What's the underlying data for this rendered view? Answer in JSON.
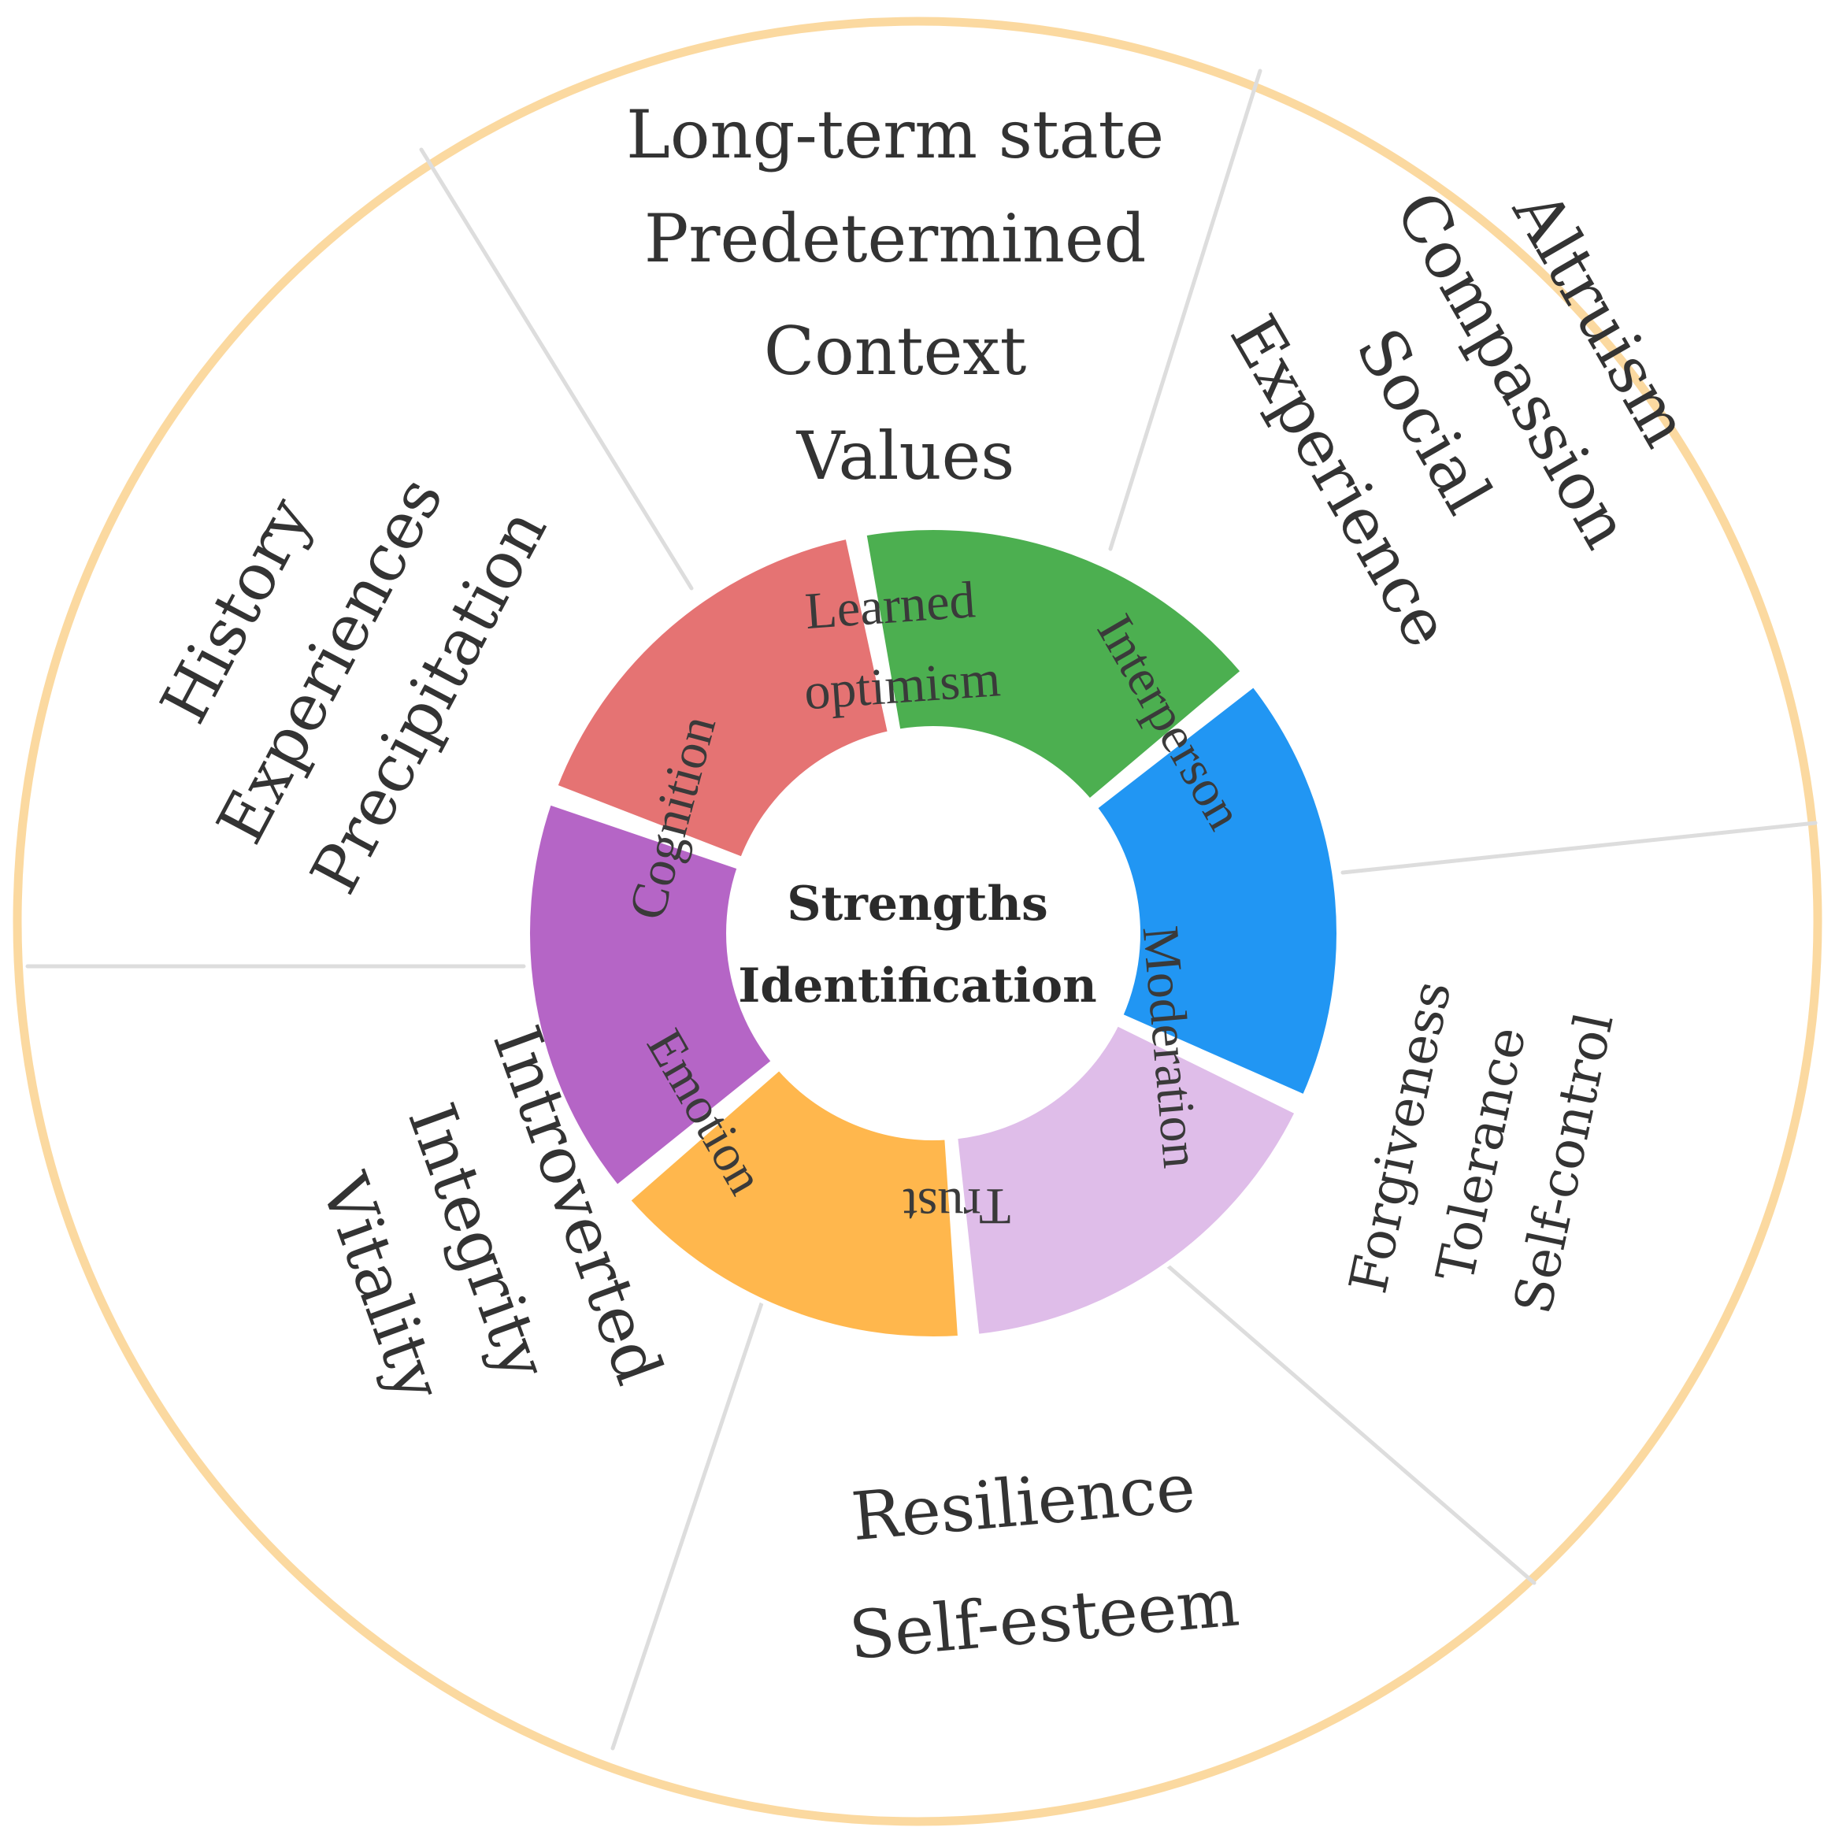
{
  "center": {
    "line1": "Strengths",
    "line2": "Identification"
  },
  "ring_color": "#fbd9a0",
  "divider_color": "#dddddd",
  "segments": [
    {
      "key": "learned",
      "label_line1": "Learned",
      "label_line2": "optimism",
      "color": "#4caf50"
    },
    {
      "key": "interpersonal",
      "label": "Interperson",
      "color": "#2196f3"
    },
    {
      "key": "moderation",
      "label": "Moderation",
      "color": "#dfbde9"
    },
    {
      "key": "trust",
      "label": "Trust",
      "color": "#ffb74d"
    },
    {
      "key": "emotion",
      "label": "Emotion",
      "color": "#b565c6"
    },
    {
      "key": "cognition",
      "label": "Cognition",
      "color": "#e57373"
    }
  ],
  "outer": {
    "top": [
      "Long-term state",
      "Predetermined",
      "Context",
      "Values"
    ],
    "right_top": [
      "Altruism",
      "Compassion",
      "Social",
      "Experience"
    ],
    "right_bottom": [
      "Forgiveness",
      "Tolerance",
      "Self-control"
    ],
    "bottom": [
      "Resilience",
      "Self-esteem"
    ],
    "left_bottom": [
      "Introverted",
      "Integrity",
      "Vitality"
    ],
    "left_top": [
      "History",
      "Experiences",
      "Precipitation"
    ]
  }
}
